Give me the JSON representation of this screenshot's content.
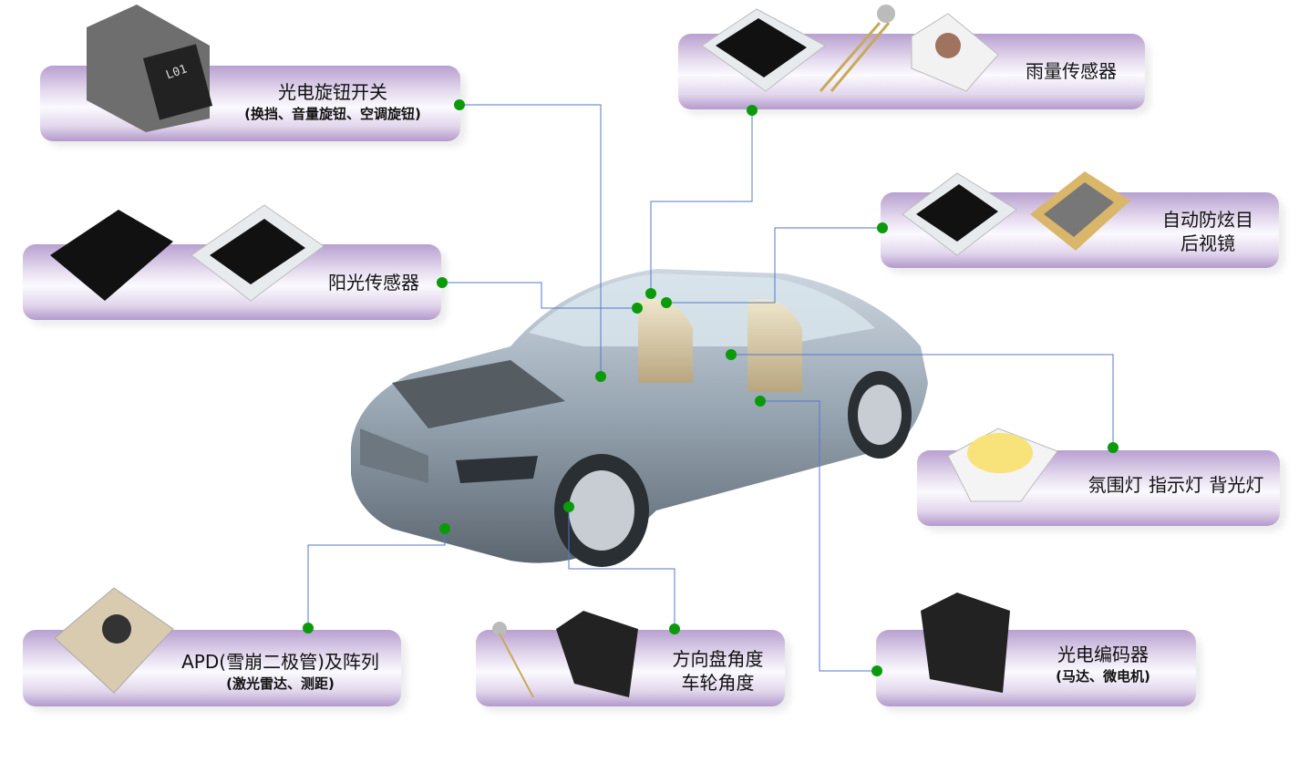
{
  "labels": {
    "rotary_switch": {
      "title": "光电旋钮开关",
      "sub": "(换挡、音量旋钮、空调旋钮)"
    },
    "rain_sensor": {
      "title": "雨量传感器"
    },
    "sun_sensor": {
      "title": "阳光传感器"
    },
    "mirror": {
      "title": "自动防炫目",
      "title2": "后视镜"
    },
    "lighting": {
      "title": "氛围灯 指示灯 背光灯"
    },
    "apd": {
      "title": "APD(雪崩二极管)及阵列",
      "sub": "(激光雷达、测距)"
    },
    "steering": {
      "title": "方向盘角度",
      "title2": "车轮角度"
    },
    "encoder": {
      "title": "光电编码器",
      "sub": "(马达、微电机)"
    }
  },
  "component_marks": {
    "chip_marking": "L01"
  },
  "colors": {
    "dot": "#0a9a0a",
    "line": "#5577cc",
    "panel_top": "#b8a0d0"
  }
}
